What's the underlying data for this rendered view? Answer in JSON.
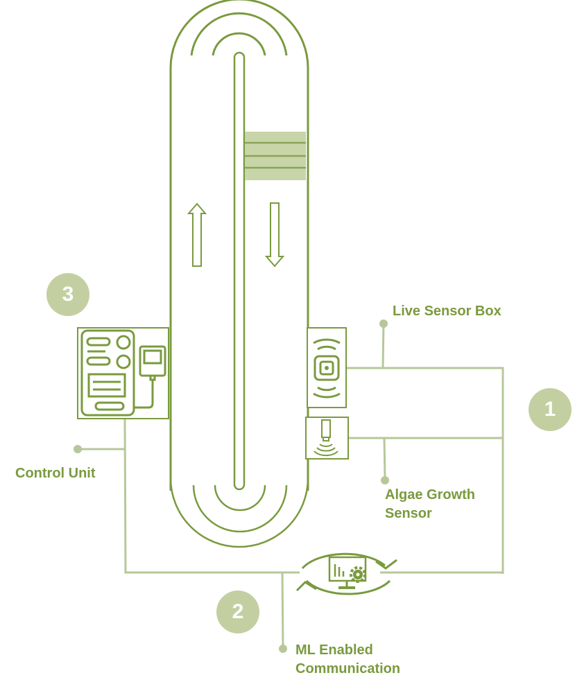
{
  "diagram": {
    "title": "Algae photobioreactor monitoring and control system",
    "colors": {
      "primary": "#7a9a3e",
      "light": "#b7c79a",
      "badge": "#c3cfa1",
      "band": "#c8d5a8"
    },
    "labels": {
      "live_sensor_box": "Live Sensor Box",
      "algae_growth_sensor_line1": "Algae Growth",
      "algae_growth_sensor_line2": "Sensor",
      "control_unit": "Control Unit",
      "ml_line1": "ML Enabled",
      "ml_line2": "Communication"
    },
    "badges": {
      "one": "1",
      "two": "2",
      "three": "3"
    },
    "icons": {
      "reactor": "raceway-tube-icon",
      "flow_up": "arrow-up-icon",
      "flow_down": "arrow-down-icon",
      "control_unit": "control-panel-icon",
      "live_sensor": "wireless-sensor-icon",
      "growth_sensor": "optical-probe-icon",
      "ml": "monitor-gear-cycle-icon"
    }
  }
}
